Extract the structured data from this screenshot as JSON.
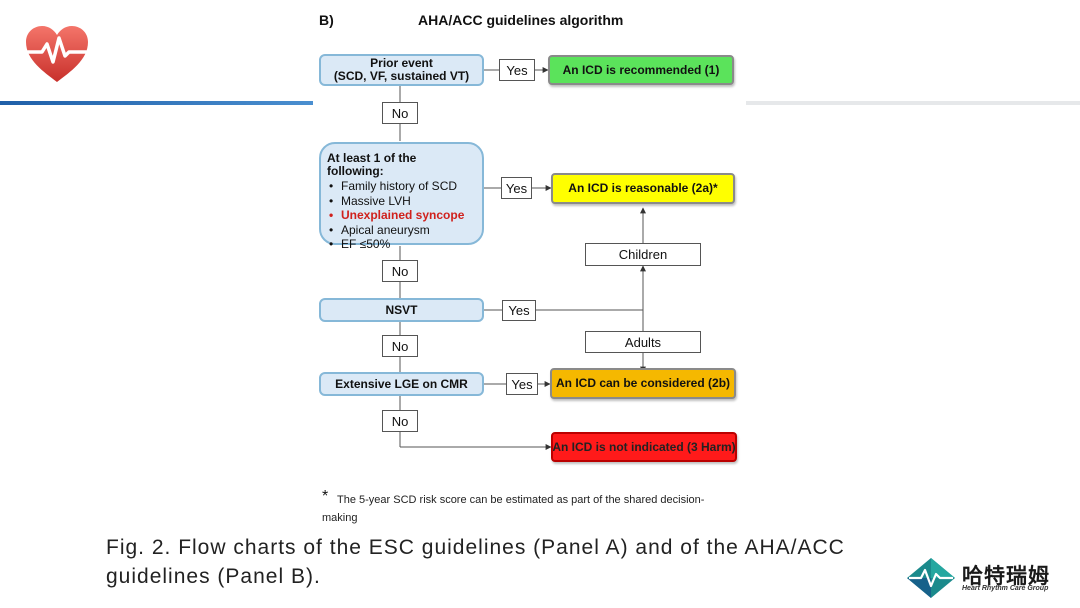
{
  "panel": {
    "label": "B)",
    "title": "AHA/ACC  guidelines algorithm"
  },
  "flow": {
    "prior_event": "Prior event\n(SCD, VF, sustained VT)",
    "criteria_head": "At least 1 of the following:",
    "criteria_items": [
      "Family history of SCD",
      "Massive LVH",
      "Unexplained syncope",
      "Apical aneurysm",
      "EF ≤50%"
    ],
    "nsvt": "NSVT",
    "lge": "Extensive LGE on CMR",
    "yes": "Yes",
    "no": "No",
    "children": "Children",
    "adults": "Adults",
    "results": {
      "recommended": "An ICD is recommended (1)",
      "reasonable": "An ICD is reasonable (2a)*",
      "considered": "An ICD can be considered (2b)",
      "not_indicated": "An ICD is not indicated (3 Harm)"
    },
    "colors": {
      "recommended": "#5be35b",
      "reasonable": "#ffff00",
      "considered": "#f5b800",
      "not_indicated": "#ff1a1a",
      "decision_fill": "#dbe9f6",
      "highlight_text": "#d0211d"
    }
  },
  "footnote": {
    "star": "*",
    "line1": "The 5-year SCD risk score can be estimated as part of the shared decision-",
    "line2": "making"
  },
  "caption": {
    "line1": "Fig. 2. Flow charts of the ESC guidelines (Panel A) and of the AHA/ACC",
    "line2": "guidelines (Panel B)."
  },
  "logo": {
    "cn": "哈特瑞姆",
    "en": "Heart Rhythm Care Group"
  },
  "icons": {
    "top_left": "heart-pulse-icon",
    "bottom_right": "heart-rhythm-logo-icon"
  }
}
